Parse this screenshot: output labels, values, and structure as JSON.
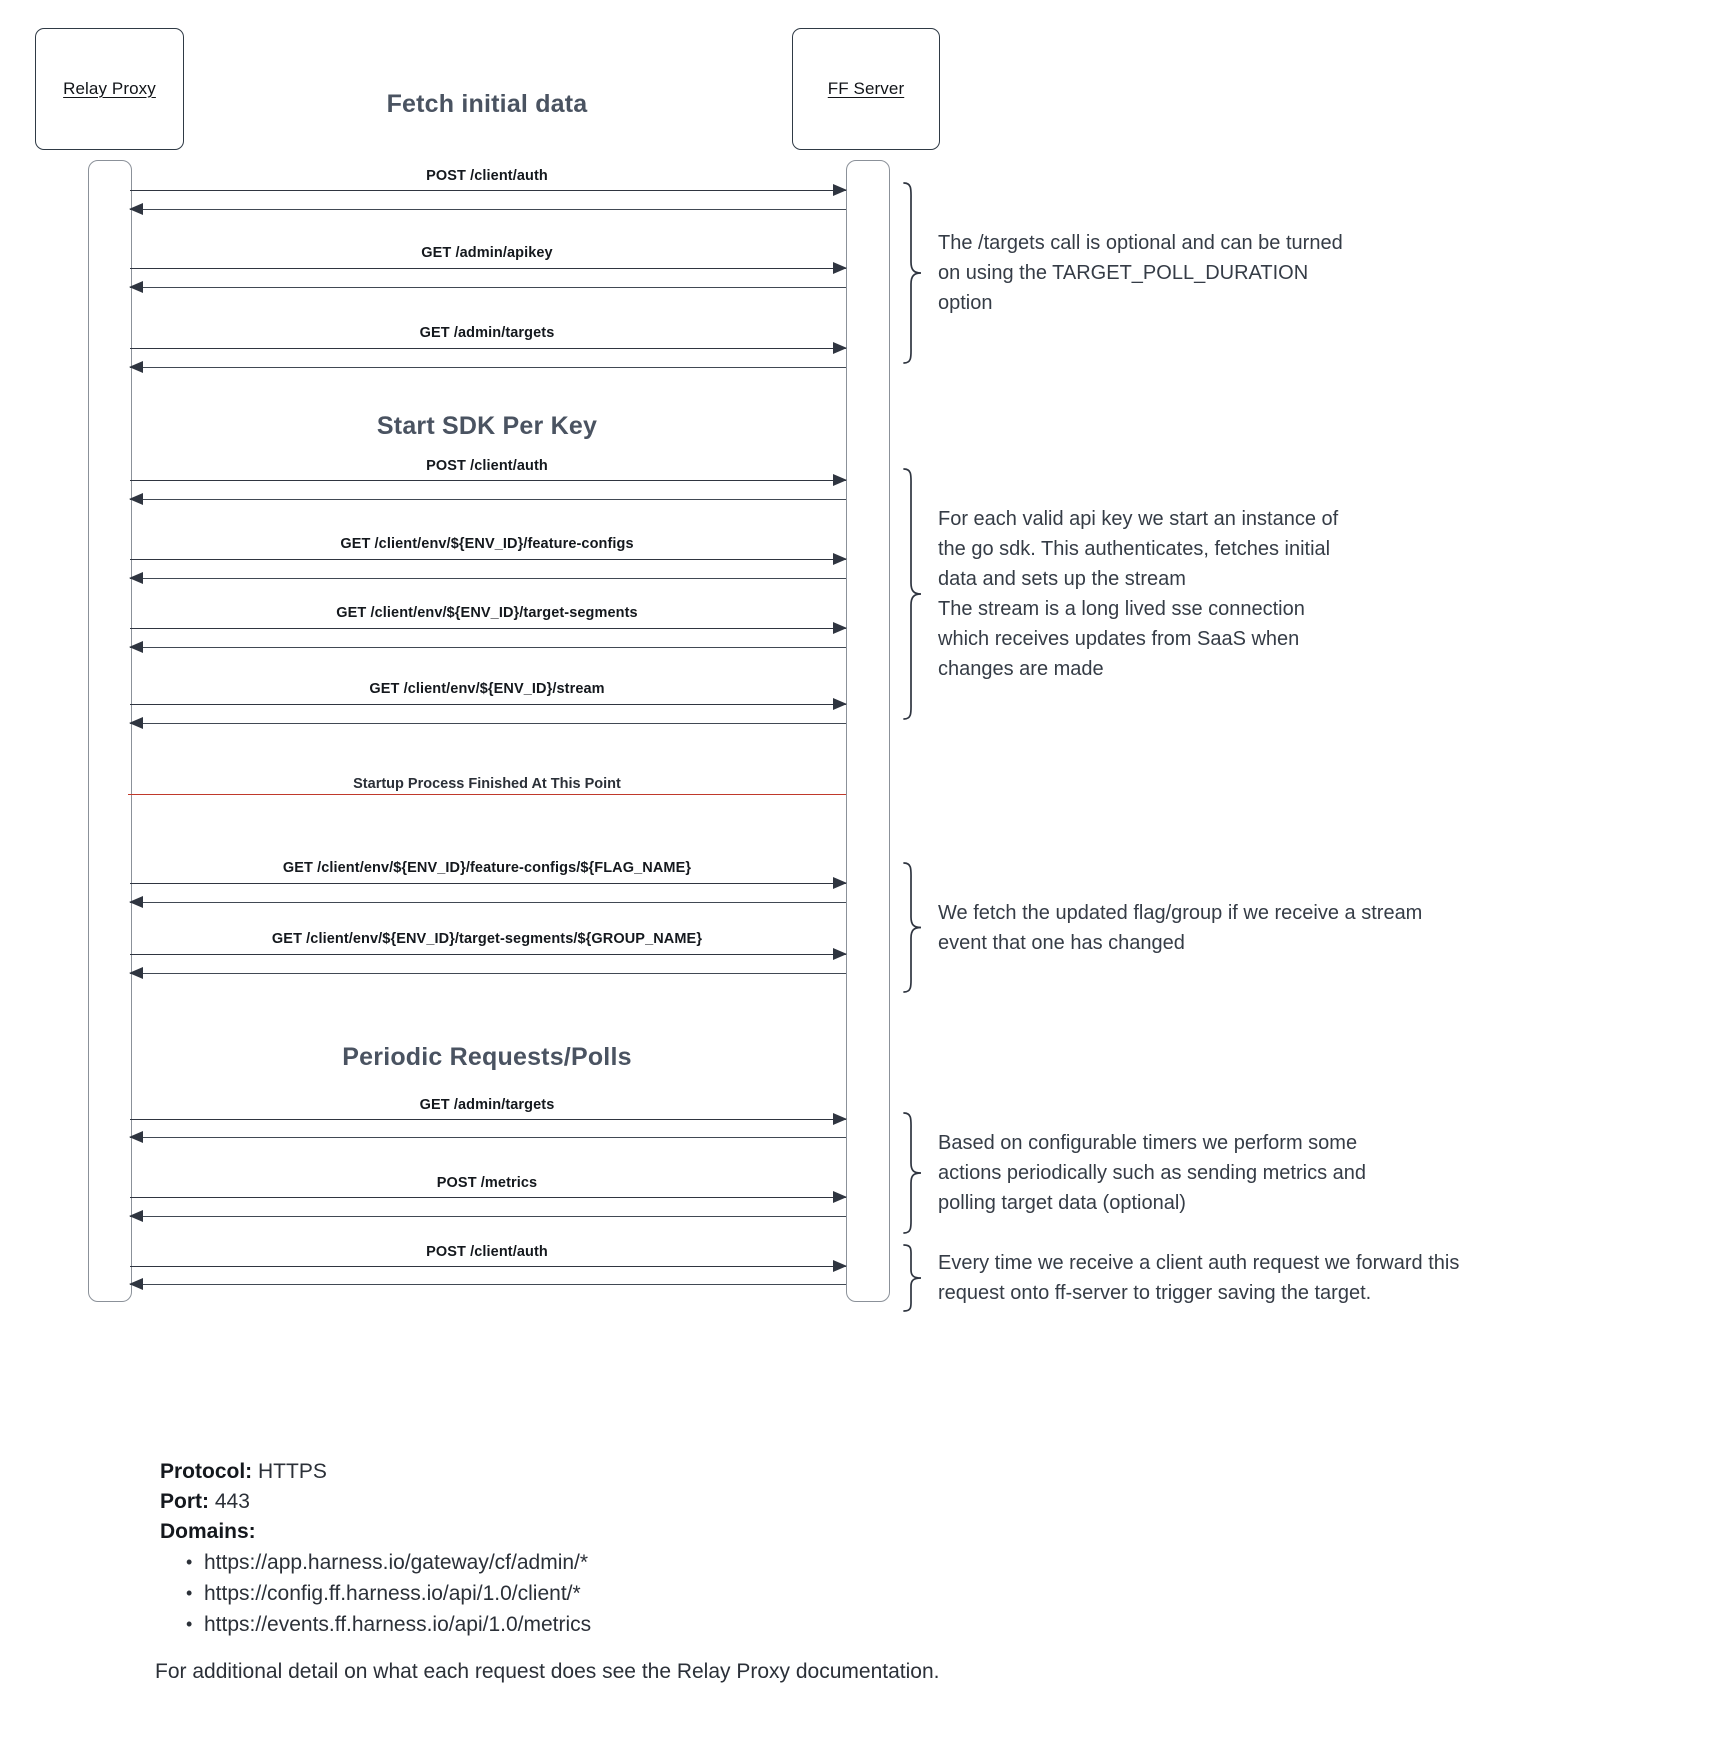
{
  "diagram": {
    "participants": [
      {
        "id": "relay-proxy",
        "label": "Relay Proxy"
      },
      {
        "id": "ff-server",
        "label": "FF Server"
      }
    ],
    "sections": [
      {
        "id": "fetch-initial-data",
        "title": "Fetch initial data"
      },
      {
        "id": "start-sdk-per-key",
        "title": "Start SDK Per Key"
      },
      {
        "id": "periodic-requests-polls",
        "title": "Periodic Requests/Polls"
      }
    ],
    "messages": [
      {
        "label": "POST /client/auth"
      },
      {
        "label": "GET /admin/apikey"
      },
      {
        "label": "GET /admin/targets"
      },
      {
        "label": "POST /client/auth"
      },
      {
        "label": "GET /client/env/${ENV_ID}/feature-configs"
      },
      {
        "label": "GET /client/env/${ENV_ID}/target-segments"
      },
      {
        "label": "GET /client/env/${ENV_ID}/stream"
      },
      {
        "label": "GET /client/env/${ENV_ID}/feature-configs/${FLAG_NAME}"
      },
      {
        "label": "GET /client/env/${ENV_ID}/target-segments/${GROUP_NAME}"
      },
      {
        "label": "GET /admin/targets"
      },
      {
        "label": "POST /metrics"
      },
      {
        "label": "POST /client/auth"
      }
    ],
    "divider": {
      "label": "Startup Process Finished At This Point",
      "color": "#c0392b"
    },
    "annotations": [
      {
        "id": "targets-optional",
        "text": "The /targets call is optional and can be turned\non using the TARGET_POLL_DURATION\noption"
      },
      {
        "id": "sdk-instance",
        "text": "For each valid api key we start an instance of\nthe go sdk. This authenticates, fetches initial\ndata and sets up the stream\nThe stream is a long lived sse connection\nwhich receives updates from SaaS when\nchanges are made"
      },
      {
        "id": "stream-update",
        "text": "We fetch the updated flag/group if we receive a stream\nevent that one has changed"
      },
      {
        "id": "configurable-timers",
        "text": "Based on configurable timers we perform some\nactions periodically such as sending metrics and\npolling target data (optional)"
      },
      {
        "id": "client-auth-forward",
        "text": "Every time we receive a client auth request we forward this\nrequest onto ff-server to trigger saving the target."
      }
    ]
  },
  "footer": {
    "protocol_label": "Protocol:",
    "protocol_value": "HTTPS",
    "port_label": "Port:",
    "port_value": "443",
    "domains_label": "Domains:",
    "domains": [
      "https://app.harness.io/gateway/cf/admin/*",
      "https://config.ff.harness.io/api/1.0/client/*",
      "https://events.ff.harness.io/api/1.0/metrics"
    ],
    "closing_note": "For additional detail on what each request does see the Relay Proxy documentation."
  }
}
